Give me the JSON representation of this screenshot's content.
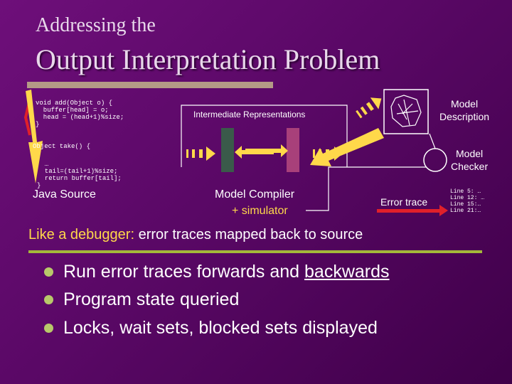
{
  "title": {
    "line1": "Addressing the",
    "line2": "Output Interpretation Problem"
  },
  "code": {
    "block1": "void add(Object o) {\n  buffer[head] = o;\n  head = (head+1)%size;\n}",
    "block2": "Object take() {",
    "block3": "  …\n  tail=(tail+1)%size;\n  return buffer[tail];\n}"
  },
  "labels": {
    "java_source": "Java Source",
    "intermediate_representations": "Intermediate Representations",
    "model_compiler": "Model Compiler",
    "simulator": "+ simulator",
    "model_description_1": "Model",
    "model_description_2": "Description",
    "model_checker_1": "Model",
    "model_checker_2": "Checker",
    "error_trace": "Error trace"
  },
  "trace_lines": [
    "Line 5: …",
    "Line 12: …",
    "Line 15:…",
    "Line 21:…"
  ],
  "subtitle": {
    "prefix": "Like a debugger:",
    "rest": " error traces mapped back to source"
  },
  "bullets": {
    "b1_pre": "Run error traces forwards and ",
    "b1_link": "backwards",
    "b2": "Program state queried",
    "b3": "Locks, wait sets, blocked sets displayed"
  },
  "colors": {
    "background": "#5a0866",
    "accent_yellow": "#ffd84a",
    "arrow_red": "#e0202a",
    "title_bar": "#b49a86",
    "subtitle_bar": "#a4b83a",
    "ir_box_green": "#3a5a4a",
    "ir_box_pink": "#a8407a"
  }
}
